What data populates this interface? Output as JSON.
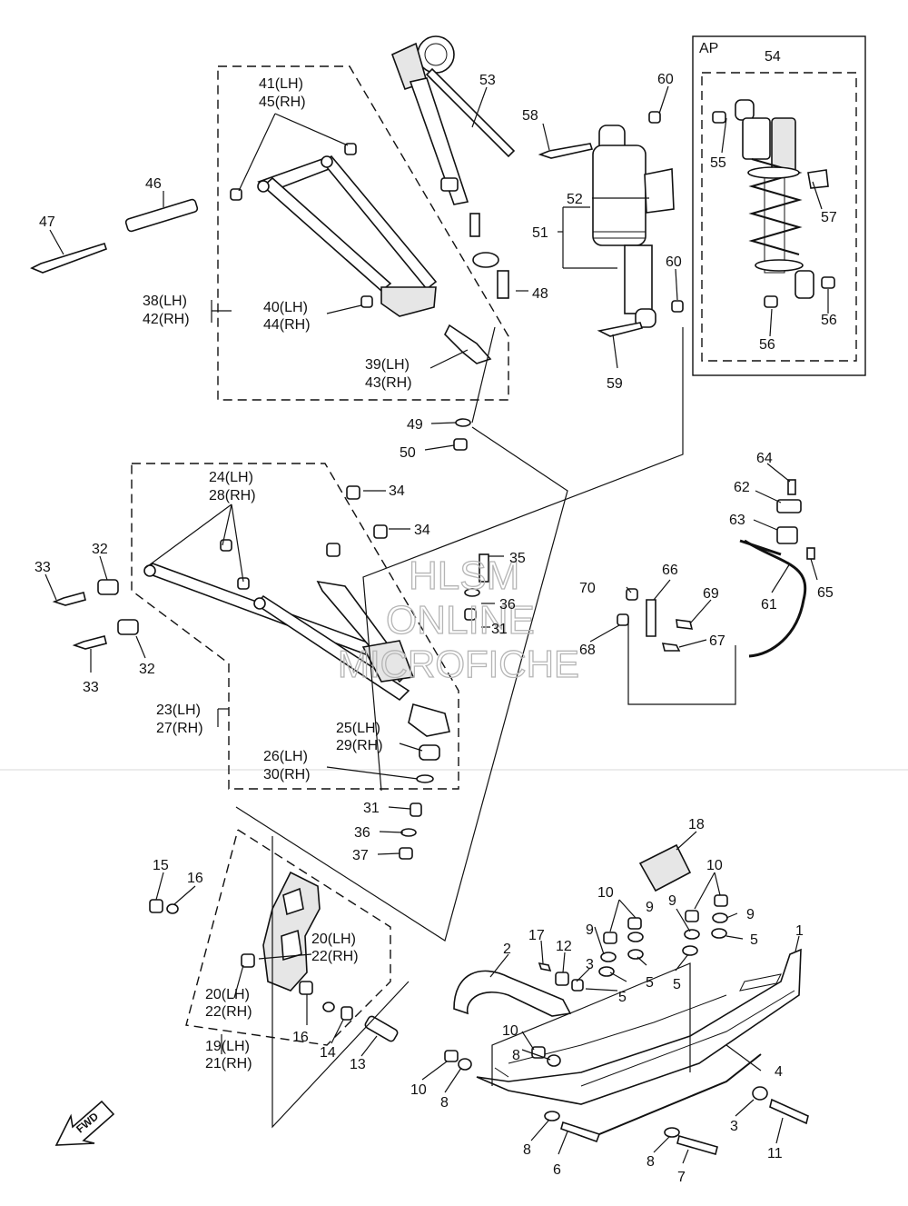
{
  "inset": {
    "title": "AP"
  },
  "watermark": {
    "line1": "HLSM",
    "line2": "ONLINE",
    "line3": "MICROFICHE"
  },
  "fwd_arrow": {
    "label": "FWD"
  },
  "callouts": [
    {
      "label": "1"
    },
    {
      "label": "2"
    },
    {
      "label": "3"
    },
    {
      "label": "3"
    },
    {
      "label": "4"
    },
    {
      "label": "5"
    },
    {
      "label": "5"
    },
    {
      "label": "5"
    },
    {
      "label": "5"
    },
    {
      "label": "5"
    },
    {
      "label": "6"
    },
    {
      "label": "7"
    },
    {
      "label": "8"
    },
    {
      "label": "8"
    },
    {
      "label": "8"
    },
    {
      "label": "8"
    },
    {
      "label": "9"
    },
    {
      "label": "9"
    },
    {
      "label": "9"
    },
    {
      "label": "9"
    },
    {
      "label": "10"
    },
    {
      "label": "10"
    },
    {
      "label": "10"
    },
    {
      "label": "10"
    },
    {
      "label": "11"
    },
    {
      "label": "12"
    },
    {
      "label": "13"
    },
    {
      "label": "14"
    },
    {
      "label": "15"
    },
    {
      "label": "16"
    },
    {
      "label": "16"
    },
    {
      "label": "17"
    },
    {
      "label": "18"
    },
    {
      "label": "19(LH)"
    },
    {
      "label": "21(RH)"
    },
    {
      "label": "20(LH)"
    },
    {
      "label": "22(RH)"
    },
    {
      "label": "20(LH)"
    },
    {
      "label": "22(RH)"
    },
    {
      "label": "23(LH)"
    },
    {
      "label": "27(RH)"
    },
    {
      "label": "24(LH)"
    },
    {
      "label": "28(RH)"
    },
    {
      "label": "25(LH)"
    },
    {
      "label": "29(RH)"
    },
    {
      "label": "26(LH)"
    },
    {
      "label": "30(RH)"
    },
    {
      "label": "31"
    },
    {
      "label": "31"
    },
    {
      "label": "32"
    },
    {
      "label": "32"
    },
    {
      "label": "33"
    },
    {
      "label": "33"
    },
    {
      "label": "34"
    },
    {
      "label": "34"
    },
    {
      "label": "35"
    },
    {
      "label": "36"
    },
    {
      "label": "36"
    },
    {
      "label": "37"
    },
    {
      "label": "38(LH)"
    },
    {
      "label": "42(RH)"
    },
    {
      "label": "39(LH)"
    },
    {
      "label": "43(RH)"
    },
    {
      "label": "40(LH)"
    },
    {
      "label": "44(RH)"
    },
    {
      "label": "41(LH)"
    },
    {
      "label": "45(RH)"
    },
    {
      "label": "46"
    },
    {
      "label": "47"
    },
    {
      "label": "48"
    },
    {
      "label": "49"
    },
    {
      "label": "50"
    },
    {
      "label": "51"
    },
    {
      "label": "52"
    },
    {
      "label": "53"
    },
    {
      "label": "54"
    },
    {
      "label": "55"
    },
    {
      "label": "56"
    },
    {
      "label": "56"
    },
    {
      "label": "57"
    },
    {
      "label": "58"
    },
    {
      "label": "59"
    },
    {
      "label": "60"
    },
    {
      "label": "60"
    },
    {
      "label": "61"
    },
    {
      "label": "62"
    },
    {
      "label": "63"
    },
    {
      "label": "64"
    },
    {
      "label": "65"
    },
    {
      "label": "66"
    },
    {
      "label": "67"
    },
    {
      "label": "68"
    },
    {
      "label": "69"
    },
    {
      "label": "70"
    }
  ]
}
